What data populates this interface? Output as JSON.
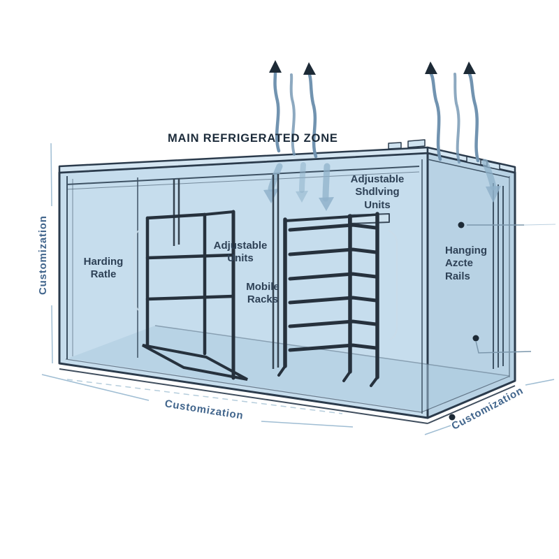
{
  "diagram": {
    "title": "MAIN REFRIGERATED ZONE",
    "labels": {
      "harding_ratle": "Harding\nRatle",
      "adjustable_units": "Adjustable\nUnits",
      "mobile_racks": "Mobile\nRacks",
      "adjustable_shelving_units": "Adjustable\nShdlving\nUnits",
      "hanging_rails": "Hanging\nAzcte\nRails",
      "customization_left": "Customization",
      "customization_bottom": "Customization",
      "customization_right": "Customization"
    },
    "colors": {
      "container_fill": "#bed8ea",
      "right_face_fill": "#b0cde1",
      "roof_fill": "#d5e6f2",
      "outline": "#2b3b4c",
      "rack_stroke": "#26313d",
      "arrow_up_stroke": "#7193b0",
      "arrow_down": "#8fb2ca",
      "arrowhead_dark": "#1d2a36",
      "label_text": "#2e4156",
      "customization_text": "#41658c",
      "callout_line": "#9fbdd3"
    }
  }
}
